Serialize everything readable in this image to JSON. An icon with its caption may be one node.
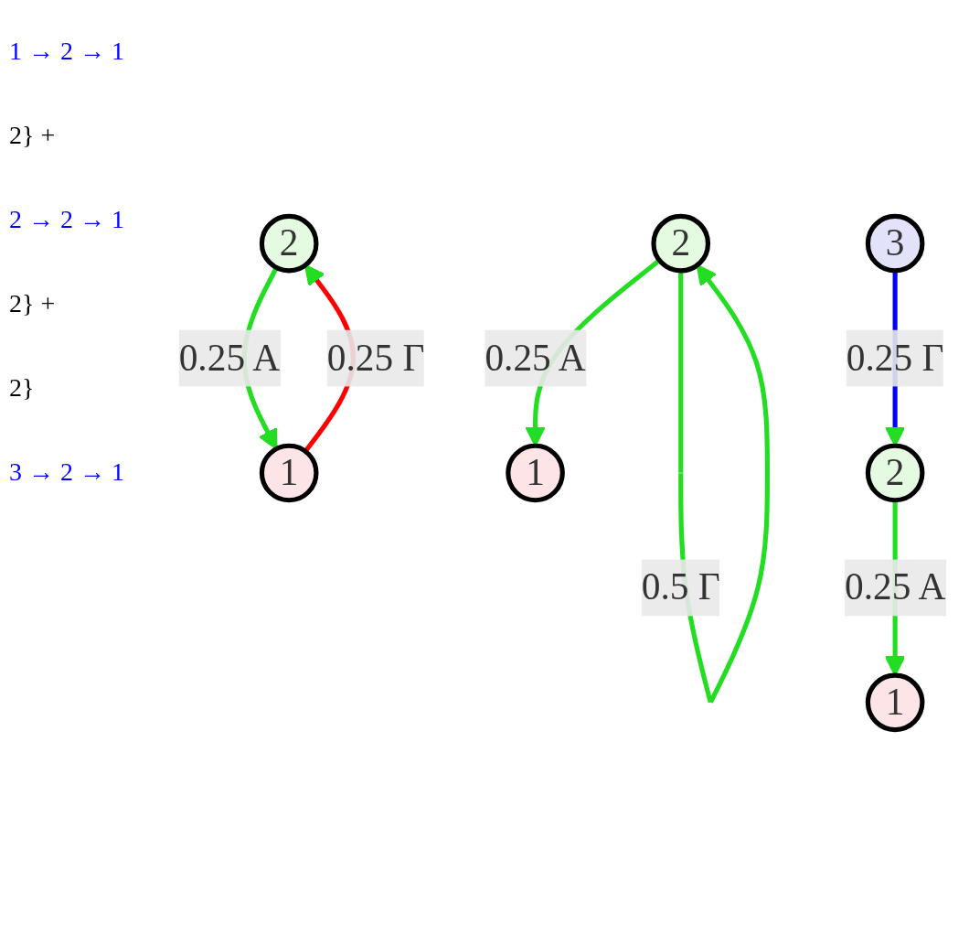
{
  "diagram": {
    "nodes": [
      {
        "text": [
          "2"
        ]
      },
      {
        "text": [
          "1"
        ]
      },
      {
        "text": [
          "2"
        ]
      },
      {
        "text": [
          "1"
        ]
      },
      {
        "text": [
          "2"
        ]
      },
      {
        "text": [
          "1"
        ]
      },
      {
        "text": [
          "3"
        ]
      }
    ],
    "edges": [
      {
        "from": 1,
        "to": 0,
        "arrow": "to",
        "label": "0.25 Γ",
        "color": "#ff0000"
      },
      {
        "from": 0,
        "to": 1,
        "arrow": "to",
        "label": "0.25 A"
      },
      {
        "from": 2,
        "to": 2,
        "arrow": "to",
        "label": "0.5 Γ"
      },
      {
        "from": 2,
        "to": 3,
        "arrow": "to",
        "label": "0.25 A"
      },
      {
        "from": 6,
        "to": 4,
        "arrow": "to",
        "label": "0.25 Γ",
        "color": "#0000ff"
      },
      {
        "from": 4,
        "to": 5,
        "arrow": "to",
        "label": "0.25 A"
      }
    ],
    "labels": [
      "1 → 2 → 1",
      "2} +",
      "2 → 2 → 1",
      "2} +",
      "2}",
      "3 → 2 → 1"
    ]
  }
}
